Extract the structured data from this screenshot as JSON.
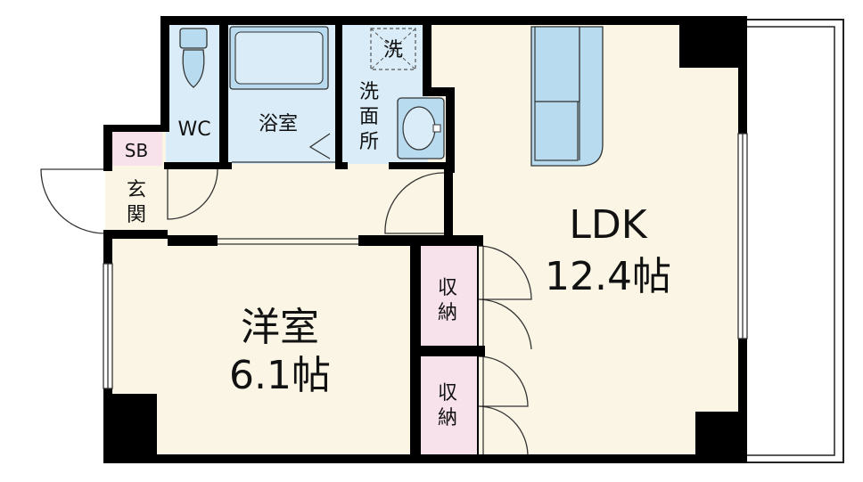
{
  "rooms": {
    "wc": {
      "label": "WC"
    },
    "bath": {
      "label": "浴室"
    },
    "laundry": {
      "label": "洗"
    },
    "washroom": {
      "label_lines": [
        "洗",
        "面",
        "所"
      ]
    },
    "shoe_box": {
      "label": "SB"
    },
    "entrance": {
      "label_lines": [
        "玄",
        "関"
      ]
    },
    "ldk": {
      "name": "LDK",
      "size": "12.4帖"
    },
    "western": {
      "name": "洋室",
      "size": "6.1帖"
    },
    "storage_1": {
      "label_lines": [
        "収",
        "納"
      ]
    },
    "storage_2": {
      "label_lines": [
        "収",
        "納"
      ]
    }
  },
  "colors": {
    "wall": "#000000",
    "floor": "#faf5e4",
    "wet_area": "#d9ecf7",
    "fixture": "#b9dbef",
    "storage": "#f7e1ea",
    "balcony": "#ffffff"
  }
}
